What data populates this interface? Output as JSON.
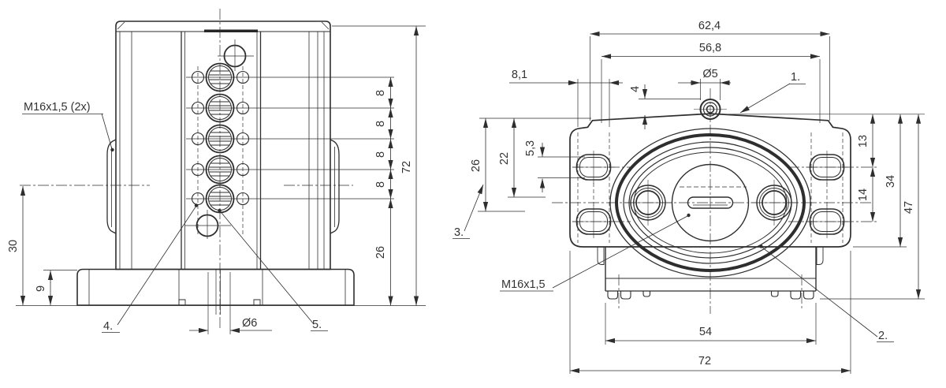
{
  "drawing": {
    "title": "two-view technical drawing of cable distributor block",
    "colors": {
      "background": "#ffffff",
      "line": "#2e2e2e",
      "text": "#333333"
    },
    "front_view": {
      "callouts": {
        "gland_thread": "M16x1,5 (2x)",
        "item4": "4.",
        "item5": "5."
      },
      "dimensions": {
        "pitch": "8",
        "total_height": "72",
        "bottom_span": "26",
        "center_height": "30",
        "base_height": "9",
        "hole_dia": "Ø6"
      }
    },
    "side_view": {
      "callouts": {
        "item1": "1.",
        "item2": "2.",
        "item3": "3.",
        "thread": "M16x1,5"
      },
      "dimensions": {
        "overall_width": "62,4",
        "inner_width": "56,8",
        "slot_length": "8,1",
        "boss_dia": "Ø5",
        "boss_height": "4",
        "left_outer": "26",
        "left_inner": "22",
        "slot_height": "5,3",
        "hole_top": "13",
        "hole_pitch": "14",
        "flange_height": "34",
        "total_height": "47",
        "base_width": "54",
        "flange_width": "72"
      }
    }
  }
}
